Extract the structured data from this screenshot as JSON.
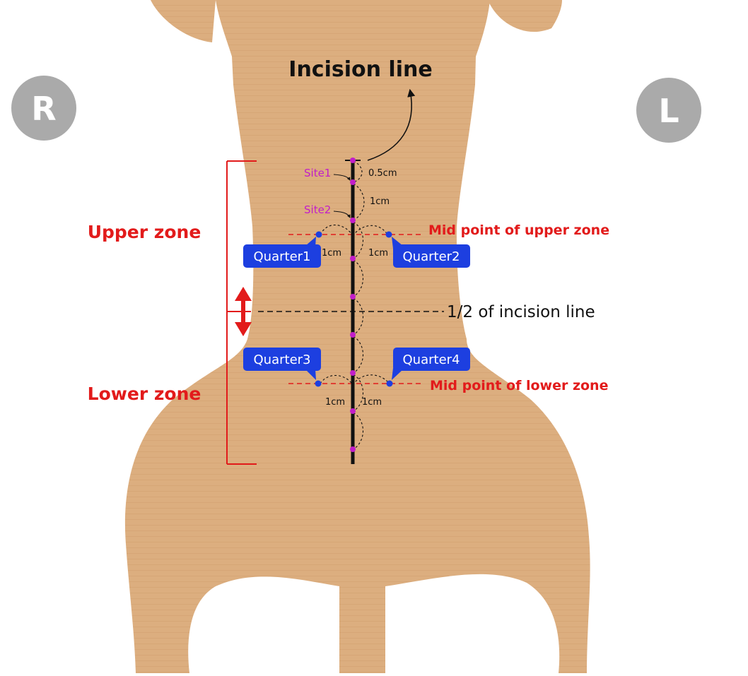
{
  "title": "Incision line",
  "side_labels": {
    "right": "R",
    "left": "L"
  },
  "zones": {
    "upper": "Upper zone",
    "lower": "Lower zone"
  },
  "midpoints": {
    "upper": "Mid point of upper zone",
    "lower": "Mid point of lower zone"
  },
  "half_label": "1/2 of incision line",
  "sites": {
    "site1": "Site1",
    "site2": "Site2"
  },
  "distances": {
    "first": "0.5cm",
    "step": "1cm",
    "q1": "1cm",
    "q2": "1cm",
    "q3": "1cm",
    "q4": "1cm"
  },
  "quarters": {
    "q1": "Quarter1",
    "q2": "Quarter2",
    "q3": "Quarter3",
    "q4": "Quarter4"
  },
  "colors": {
    "body": "#dcae7f",
    "zone_red": "#e21b1b",
    "site_magenta": "#c21ec9",
    "quarter_blue": "#1d3fe0",
    "side_circle_gray": "#aaaaaa"
  }
}
